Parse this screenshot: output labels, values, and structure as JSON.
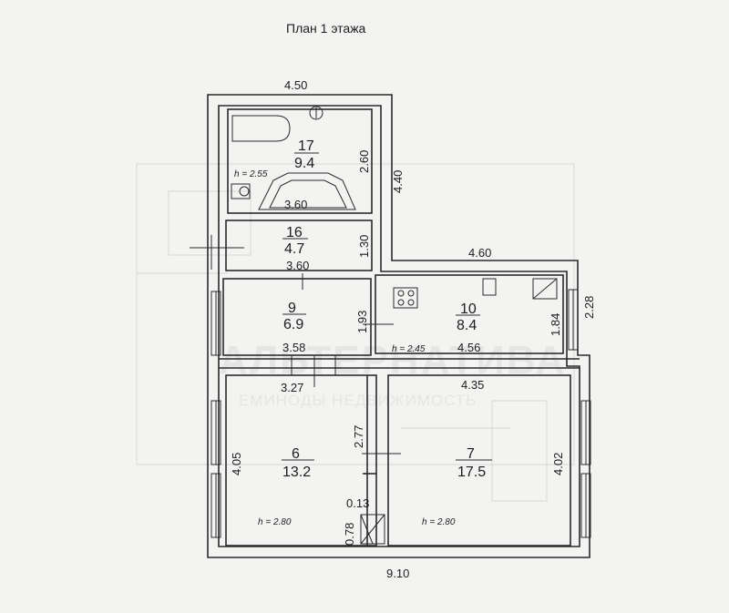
{
  "title": "План 1 этажа",
  "watermark": {
    "brand": "АЛЬТЕРНАТИВА",
    "tagline": "ЕМИНОДЫ НЕДВИЖИМОСТЬ"
  },
  "rooms": {
    "r17": {
      "num": "17",
      "area": "9.4",
      "height": "h = 2.55"
    },
    "r16": {
      "num": "16",
      "area": "4.7"
    },
    "r9": {
      "num": "9",
      "area": "6.9"
    },
    "r10": {
      "num": "10",
      "area": "8.4",
      "height": "h = 2.45"
    },
    "r6": {
      "num": "6",
      "area": "13.2",
      "height": "h = 2.80"
    },
    "r7": {
      "num": "7",
      "area": "17.5",
      "height": "h = 2.80"
    }
  },
  "dims": {
    "top_width": "4.50",
    "r17_height": "2.60",
    "r17_width": "3.60",
    "tower_height": "4.40",
    "r16_height": "1.30",
    "r16_width": "3.60",
    "kitchen_top": "4.60",
    "r9_height": "1.93",
    "r10_height": "1.84",
    "right_height": "2.28",
    "r9_width": "3.58",
    "r10_width": "4.56",
    "r6_width": "3.27",
    "r7_width": "4.35",
    "r6_wall": "2.77",
    "r6_height": "4.05",
    "r7_height": "4.02",
    "closet_w": "0.13",
    "closet_h": "0.78",
    "total_width": "9.10"
  }
}
